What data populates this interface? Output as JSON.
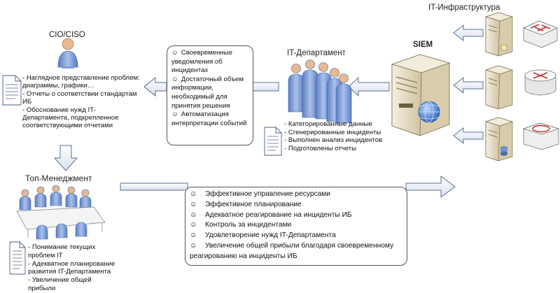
{
  "labels": {
    "cio_title": "CIO/CISO",
    "it_dept_title": "IT-Департамент",
    "siem_title": "SIEM",
    "infra_title": "IT-Инфраструктура",
    "top_mgmt_title": "Топ-Менеджмент"
  },
  "cio_items": [
    "Наглядное представление проблем: диаграммы, графики…",
    "Отчеты о соответствии стандартам ИБ",
    "Обоснование нужд IT-Департамента, подкрепленное соответствующими отчетами"
  ],
  "it_dept_items": [
    "Категорированные данные",
    "Сгенерированные инциденты",
    "Выполнен анализ инцидентов",
    "Подготовлены отчеты"
  ],
  "top_mgmt_items": [
    "Понимание текущих проблем IT",
    "Адекватное планирование развития IT-Департамента",
    "Увеличение общей прибыли"
  ],
  "benefits_box_top": [
    {
      "smiley": "☺",
      "text": "Своевременные уведомления об инцидентах"
    },
    {
      "smiley": "☺",
      "text": "Достаточный объем информации, необходимый для принятия решения"
    },
    {
      "smiley": "☺",
      "text": "Автоматизация интерпретации событий"
    }
  ],
  "benefits_box_bottom": [
    {
      "smiley": "☺",
      "text": "Эффективное управление ресурсами"
    },
    {
      "smiley": "☺",
      "text": "Эффективное планирование"
    },
    {
      "smiley": "☺",
      "text": "Адекватное реагирование на инциденты ИБ"
    },
    {
      "smiley": "☺",
      "text": "Контроль за инцидентами"
    },
    {
      "smiley": "☺",
      "text": "Удовлетворение нужд IT-Департамента"
    },
    {
      "smiley": "☺",
      "text": "Увеличение общей прибыли благодаря своевременному реагированию на инциденты ИБ"
    }
  ],
  "icons": {
    "person": "person-icon",
    "group": "people-group-icon",
    "meeting": "meeting-table-icon",
    "server": "server-icon",
    "document": "document-icon",
    "router": "router-icon",
    "switch": "switch-icon",
    "firewall": "firewall-icon",
    "arrow": "arrow-icon"
  },
  "colors": {
    "person_blue": "#7f9fd6",
    "person_dark": "#3d5fa8",
    "server_beige": "#e8dfc5",
    "arrow_fill": "#ffffff",
    "arrow_stroke": "#5a6f8f",
    "siem_globe": "#3a6fc4"
  }
}
